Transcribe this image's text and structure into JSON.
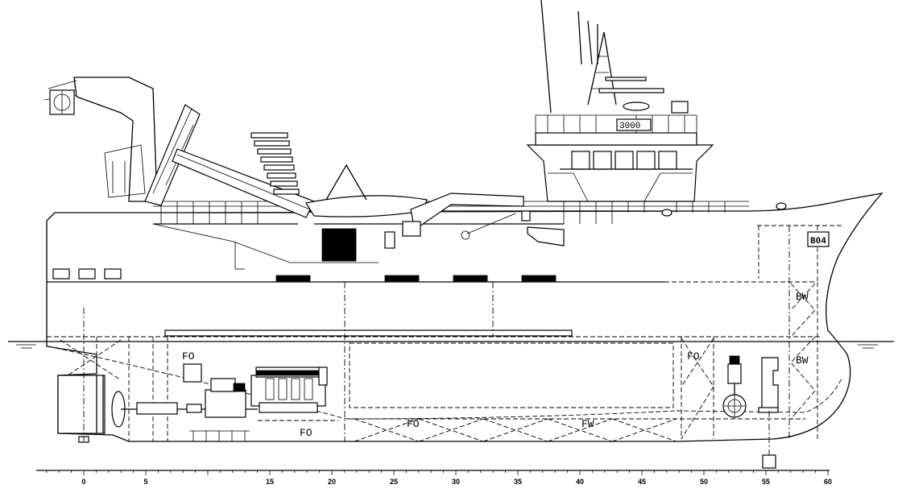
{
  "drawing": {
    "plate_number": "3000",
    "bow_mark": "B04",
    "compartment_labels": [
      "FO",
      "FO",
      "FO",
      "FO",
      "FW",
      "BW",
      "BW"
    ],
    "frame_scale": {
      "ticks": [
        "0",
        "5",
        "15",
        "20",
        "25",
        "30",
        "35",
        "40",
        "45",
        "50",
        "55",
        "60"
      ]
    }
  }
}
